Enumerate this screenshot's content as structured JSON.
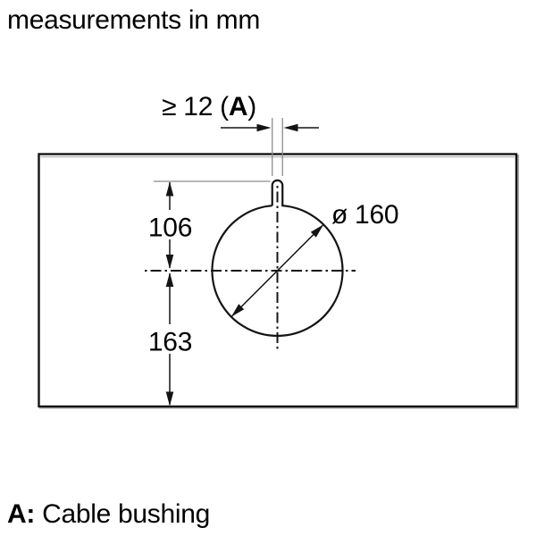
{
  "title": "measurements in mm",
  "caption": {
    "key": "A:",
    "text": "Cable bushing"
  },
  "dimensions": {
    "bushing_width": {
      "prefix": "≥ 12 (",
      "marker": "A",
      "suffix": ")",
      "full_label": "≥ 12 (A)",
      "value_mm": 12,
      "relation": "minimum"
    },
    "cutout_diameter": {
      "label": "ø 160",
      "value_mm": 160
    },
    "center_to_top_reference": {
      "label": "106",
      "value_mm": 106
    },
    "center_to_panel_bottom": {
      "label": "163",
      "value_mm": 163
    }
  },
  "colors": {
    "line": "#141414",
    "extension_line": "#8c8c8c",
    "shadow": "#a6a6a6",
    "background": "#ffffff",
    "text": "#000000"
  }
}
